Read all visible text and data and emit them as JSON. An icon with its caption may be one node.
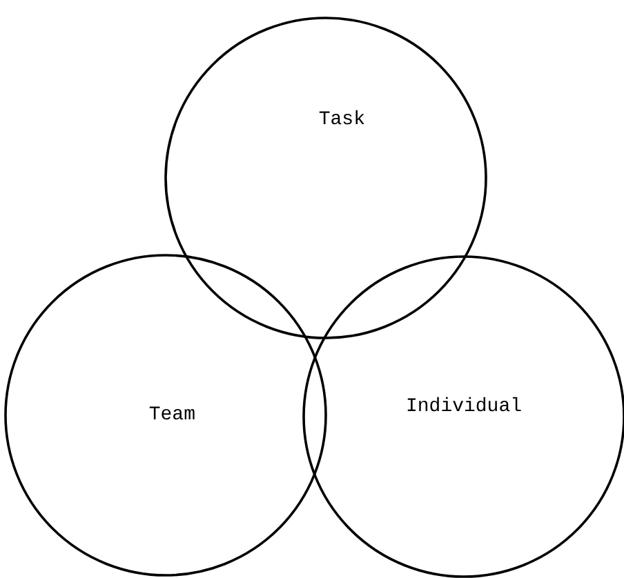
{
  "diagram": {
    "nodes": [
      {
        "text": [
          "Task"
        ]
      },
      {
        "text": [
          "Team"
        ]
      },
      {
        "text": [
          "Individual"
        ]
      }
    ]
  }
}
